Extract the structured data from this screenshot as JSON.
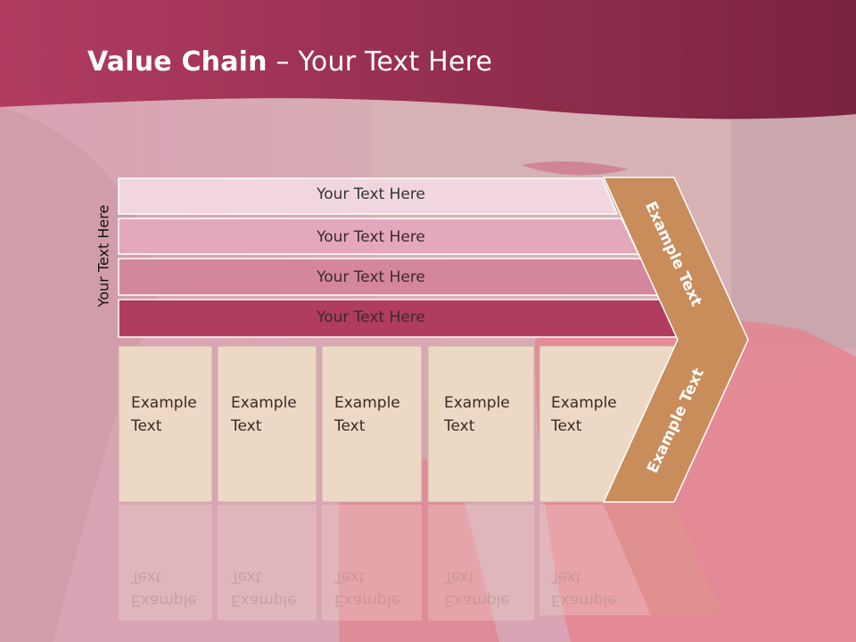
{
  "slide": {
    "title_bold": "Value Chain",
    "title_rest": " – Your Text Here",
    "side_label": "Your Text Here"
  },
  "support_rows": [
    "Your Text Here",
    "Your Text Here",
    "Your Text Here",
    "Your Text Here"
  ],
  "primary_boxes": [
    {
      "line1": "Example",
      "line2": "Text"
    },
    {
      "line1": "Example",
      "line2": "Text"
    },
    {
      "line1": "Example",
      "line2": "Text"
    },
    {
      "line1": "Example",
      "line2": "Text"
    },
    {
      "line1": "Example",
      "line2": "Text"
    }
  ],
  "arrow": {
    "upper_label": "Example Text",
    "lower_label": "Example Text"
  },
  "colors": {
    "header": "#9c3656",
    "row1": "#f1d6e0",
    "row2": "#e3a9bb",
    "row3": "#d4869d",
    "row4": "#b03c60",
    "box": "#ecd8c4",
    "arrow": "#c98c5b"
  }
}
